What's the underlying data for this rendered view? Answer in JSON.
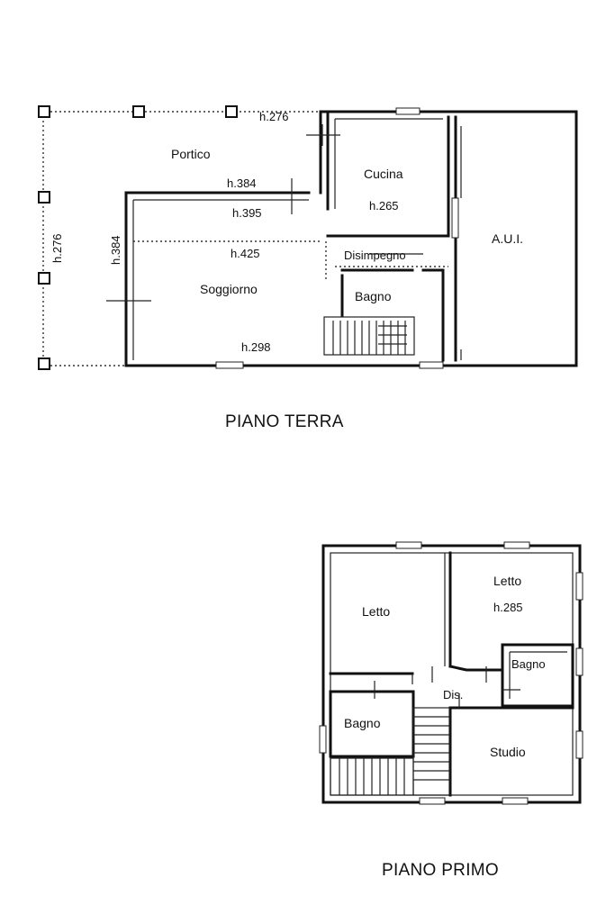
{
  "piano_terra": {
    "title": "PIANO TERRA",
    "rooms": {
      "portico": "Portico",
      "cucina": "Cucina",
      "cucina_h": "h.265",
      "disimpegno": "Disimpegno",
      "aui": "A.U.I.",
      "soggiorno": "Soggiorno",
      "bagno": "Bagno"
    },
    "heights": {
      "h276_top": "h.276",
      "h276_side": "h.276",
      "h384_top": "h.384",
      "h395": "h.395",
      "h384_side": "h.384",
      "h425": "h.425",
      "h298": "h.298"
    }
  },
  "piano_primo": {
    "title": "PIANO PRIMO",
    "rooms": {
      "letto_left": "Letto",
      "letto_right": "Letto",
      "letto_right_h": "h.285",
      "bagno_right": "Bagno",
      "dis": "Dis.",
      "bagno_left": "Bagno",
      "studio": "Studio"
    }
  }
}
